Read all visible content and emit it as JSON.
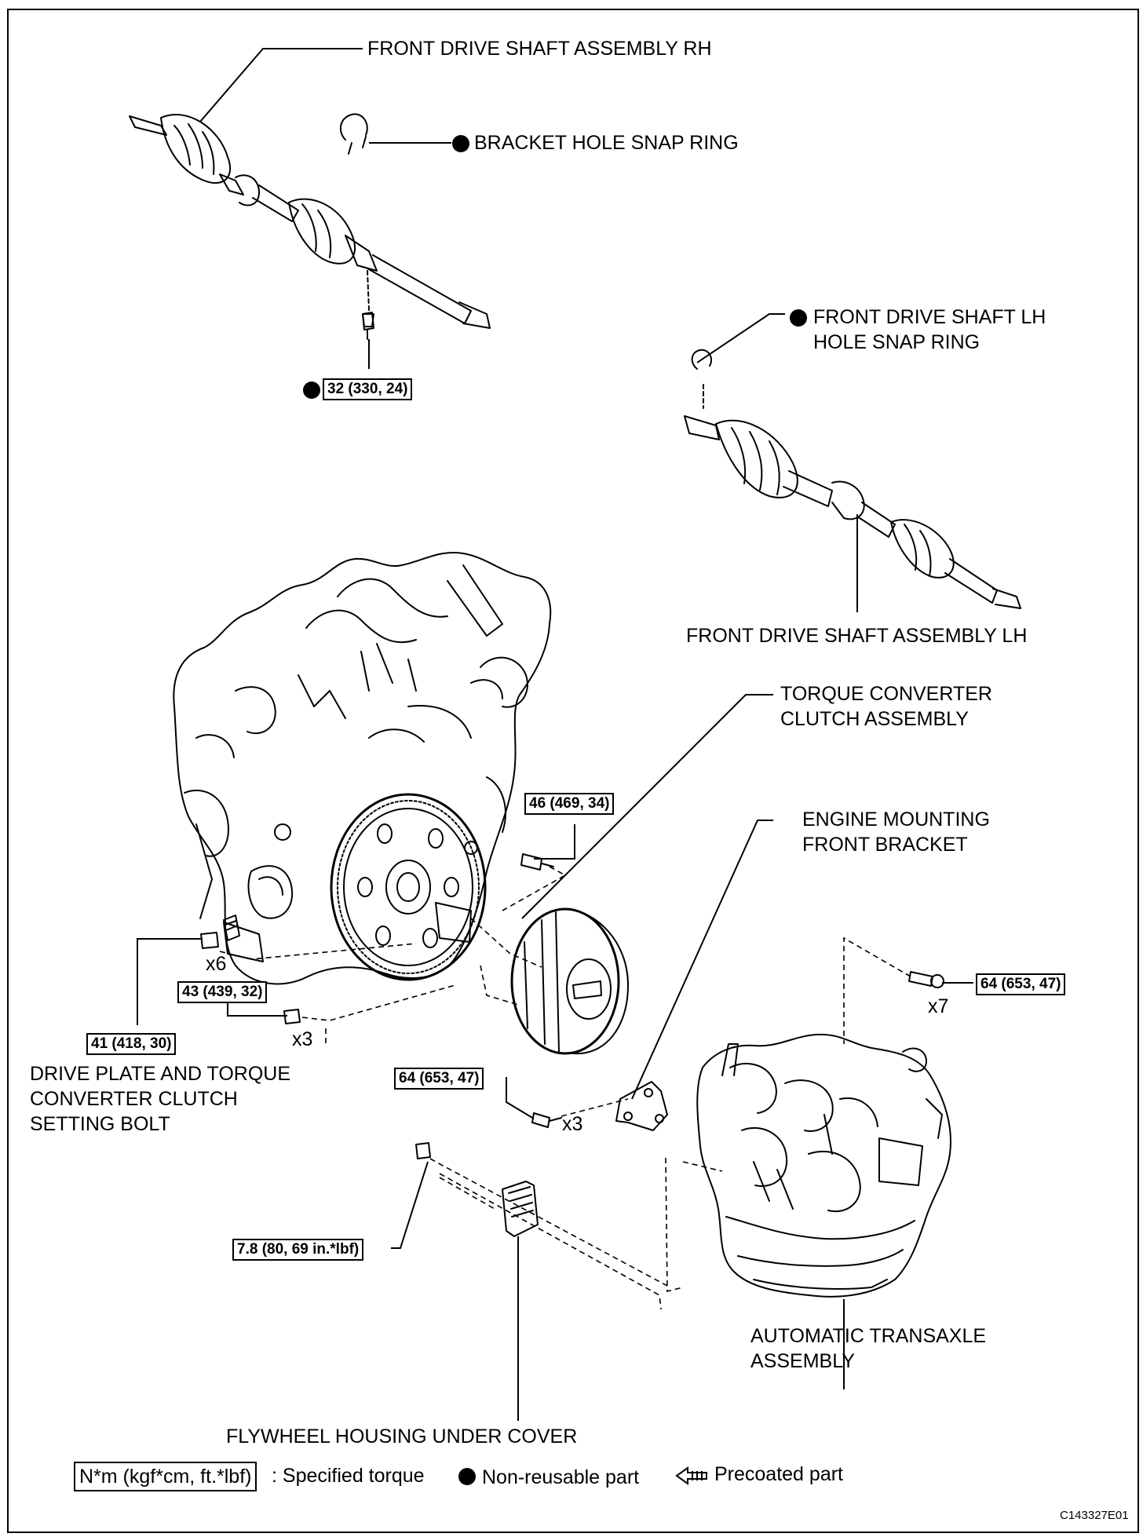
{
  "labels": {
    "front_drive_shaft_rh": "FRONT DRIVE SHAFT ASSEMBLY RH",
    "bracket_hole_snap_ring": "BRACKET HOLE SNAP RING",
    "front_drive_shaft_lh_snap_ring_line1": "FRONT DRIVE SHAFT LH",
    "front_drive_shaft_lh_snap_ring_line2": "HOLE SNAP RING",
    "front_drive_shaft_lh": "FRONT DRIVE SHAFT ASSEMBLY LH",
    "torque_converter_line1": "TORQUE CONVERTER",
    "torque_converter_line2": "CLUTCH ASSEMBLY",
    "engine_mount_line1": "ENGINE MOUNTING",
    "engine_mount_line2": "FRONT BRACKET",
    "drive_plate_line1": "DRIVE PLATE AND TORQUE",
    "drive_plate_line2": "CONVERTER CLUTCH",
    "drive_plate_line3": "SETTING BOLT",
    "transaxle_line1": "AUTOMATIC TRANSAXLE",
    "transaxle_line2": "ASSEMBLY",
    "flywheel_cover": "FLYWHEEL HOUSING UNDER COVER"
  },
  "torques": {
    "rh_shaft_bolt": "32 (330, 24)",
    "drive_plate_bolt": "46 (469, 34)",
    "setting_bolt_a": "43 (439, 32)",
    "setting_bolt_b": "41 (418, 30)",
    "transaxle_bolt": "64 (653, 47)",
    "bracket_bolt": "64 (653, 47)",
    "cover_bolt": "7.8 (80, 69 in.*lbf)"
  },
  "quantities": {
    "x6": "x6",
    "x3_left": "x3",
    "x7": "x7",
    "x3_bracket": "x3"
  },
  "legend": {
    "torque_unit": "N*m (kgf*cm, ft.*lbf)",
    "torque_desc": ": Specified torque",
    "non_reusable": "Non-reusable part",
    "precoated": "Precoated part"
  },
  "figure_code": "C143327E01"
}
